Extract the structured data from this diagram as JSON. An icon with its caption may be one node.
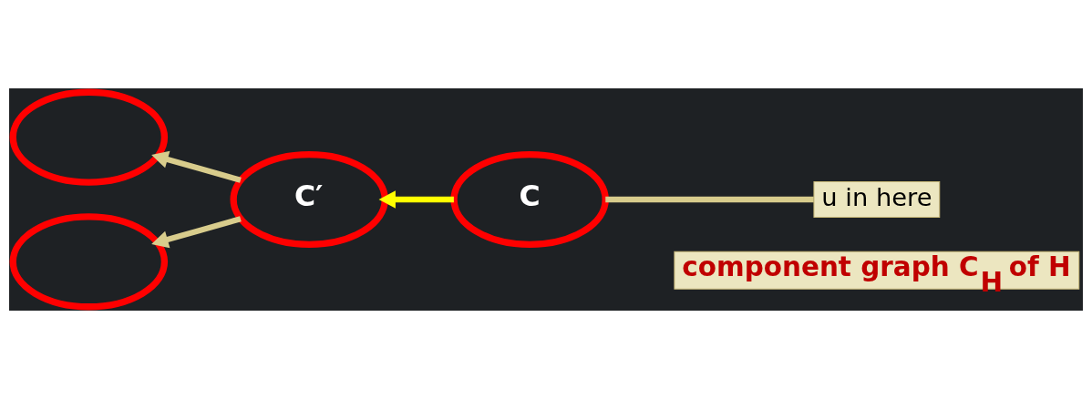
{
  "diagram": {
    "nodes": [
      {
        "text": [
          "component graph C$_{H}$ of H"
        ]
      },
      {
        "text": [],
        "shape": "ellipse"
      },
      {
        "text": [
          "C′"
        ]
      },
      {
        "text": [],
        "shape": "ellipse"
      },
      {
        "text": [
          "C"
        ]
      },
      {
        "text": [
          "u in here"
        ]
      }
    ],
    "edges": [
      {
        "from": 2,
        "to": 1,
        "arrow": "to"
      },
      {
        "from": 2,
        "to": 3,
        "arrow": "to"
      },
      {
        "from": 4,
        "to": 2,
        "arrow": "to",
        "color": "#ffff00"
      },
      {
        "from": 5,
        "to": 4,
        "arrow": "none"
      }
    ]
  }
}
